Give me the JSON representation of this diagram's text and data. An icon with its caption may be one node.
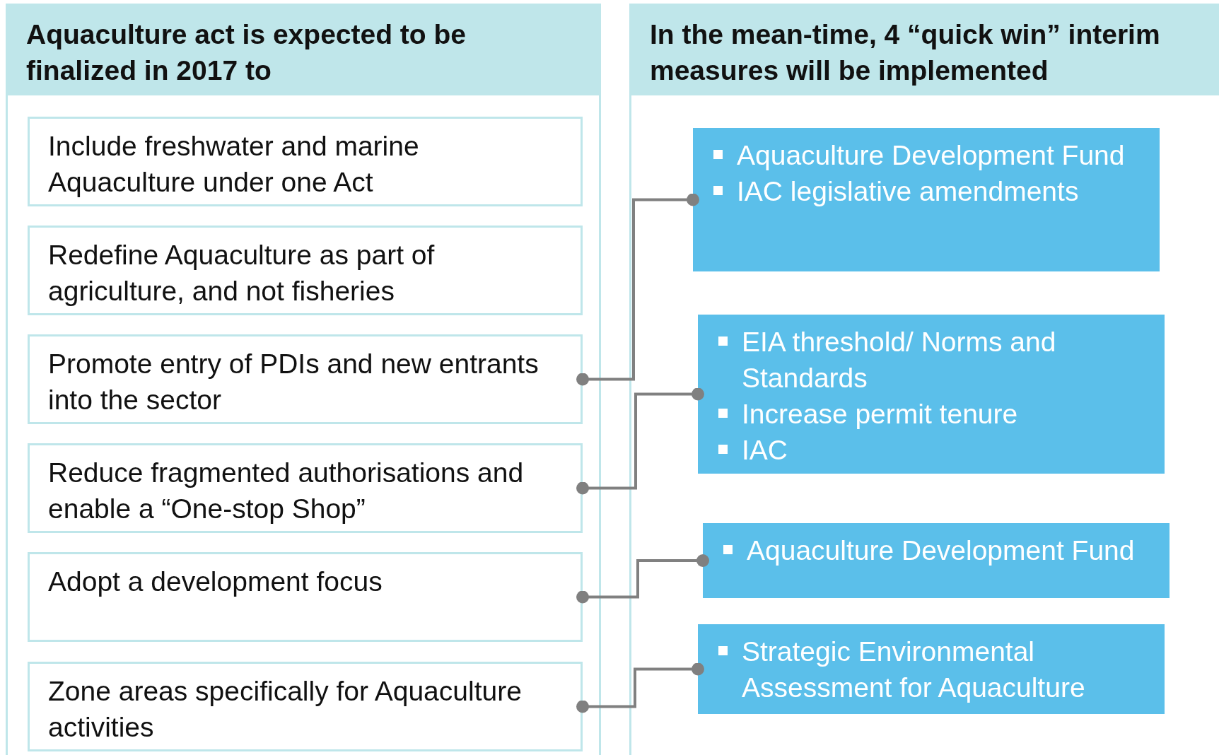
{
  "diagram": {
    "nodes": [
      {
        "text": [
          "Aquaculture act is expected to be finalized in 2017 to"
        ]
      },
      {
        "text": [
          "In the mean-time, 4 “quick win” interim measures will be implemented"
        ]
      },
      {
        "text": [
          "Include freshwater and marine Aquaculture under one Act"
        ],
        "in": 0
      },
      {
        "text": [
          "Redefine Aquaculture as part of agriculture, and not fisheries"
        ],
        "in": 0
      },
      {
        "text": [
          "Promote entry of PDIs and new entrants into the sector"
        ],
        "in": 0
      },
      {
        "text": [
          "Reduce fragmented authorisations and enable a “One-stop Shop”"
        ],
        "in": 0
      },
      {
        "text": [
          "Adopt a development focus"
        ],
        "in": 0
      },
      {
        "text": [
          "Zone areas specifically for Aquaculture activities"
        ],
        "in": 0
      },
      {
        "text": [
          "Aquaculture Development Fund",
          "IAC legislative amendments"
        ],
        "in": 1
      },
      {
        "text": [
          "EIA threshold/ Norms and Standards",
          "Increase permit tenure",
          "IAC"
        ],
        "in": 1
      },
      {
        "text": [
          "Aquaculture Development Fund"
        ],
        "in": 1
      },
      {
        "text": [
          "Strategic Environmental Assessment for Aquaculture"
        ],
        "in": 1
      }
    ],
    "edges": [
      {
        "from": 4,
        "to": 8,
        "arrow": "other"
      },
      {
        "from": 5,
        "to": 9,
        "arrow": "other"
      },
      {
        "from": 6,
        "to": 10,
        "arrow": "other"
      },
      {
        "from": 7,
        "to": 11,
        "arrow": "other"
      }
    ]
  }
}
